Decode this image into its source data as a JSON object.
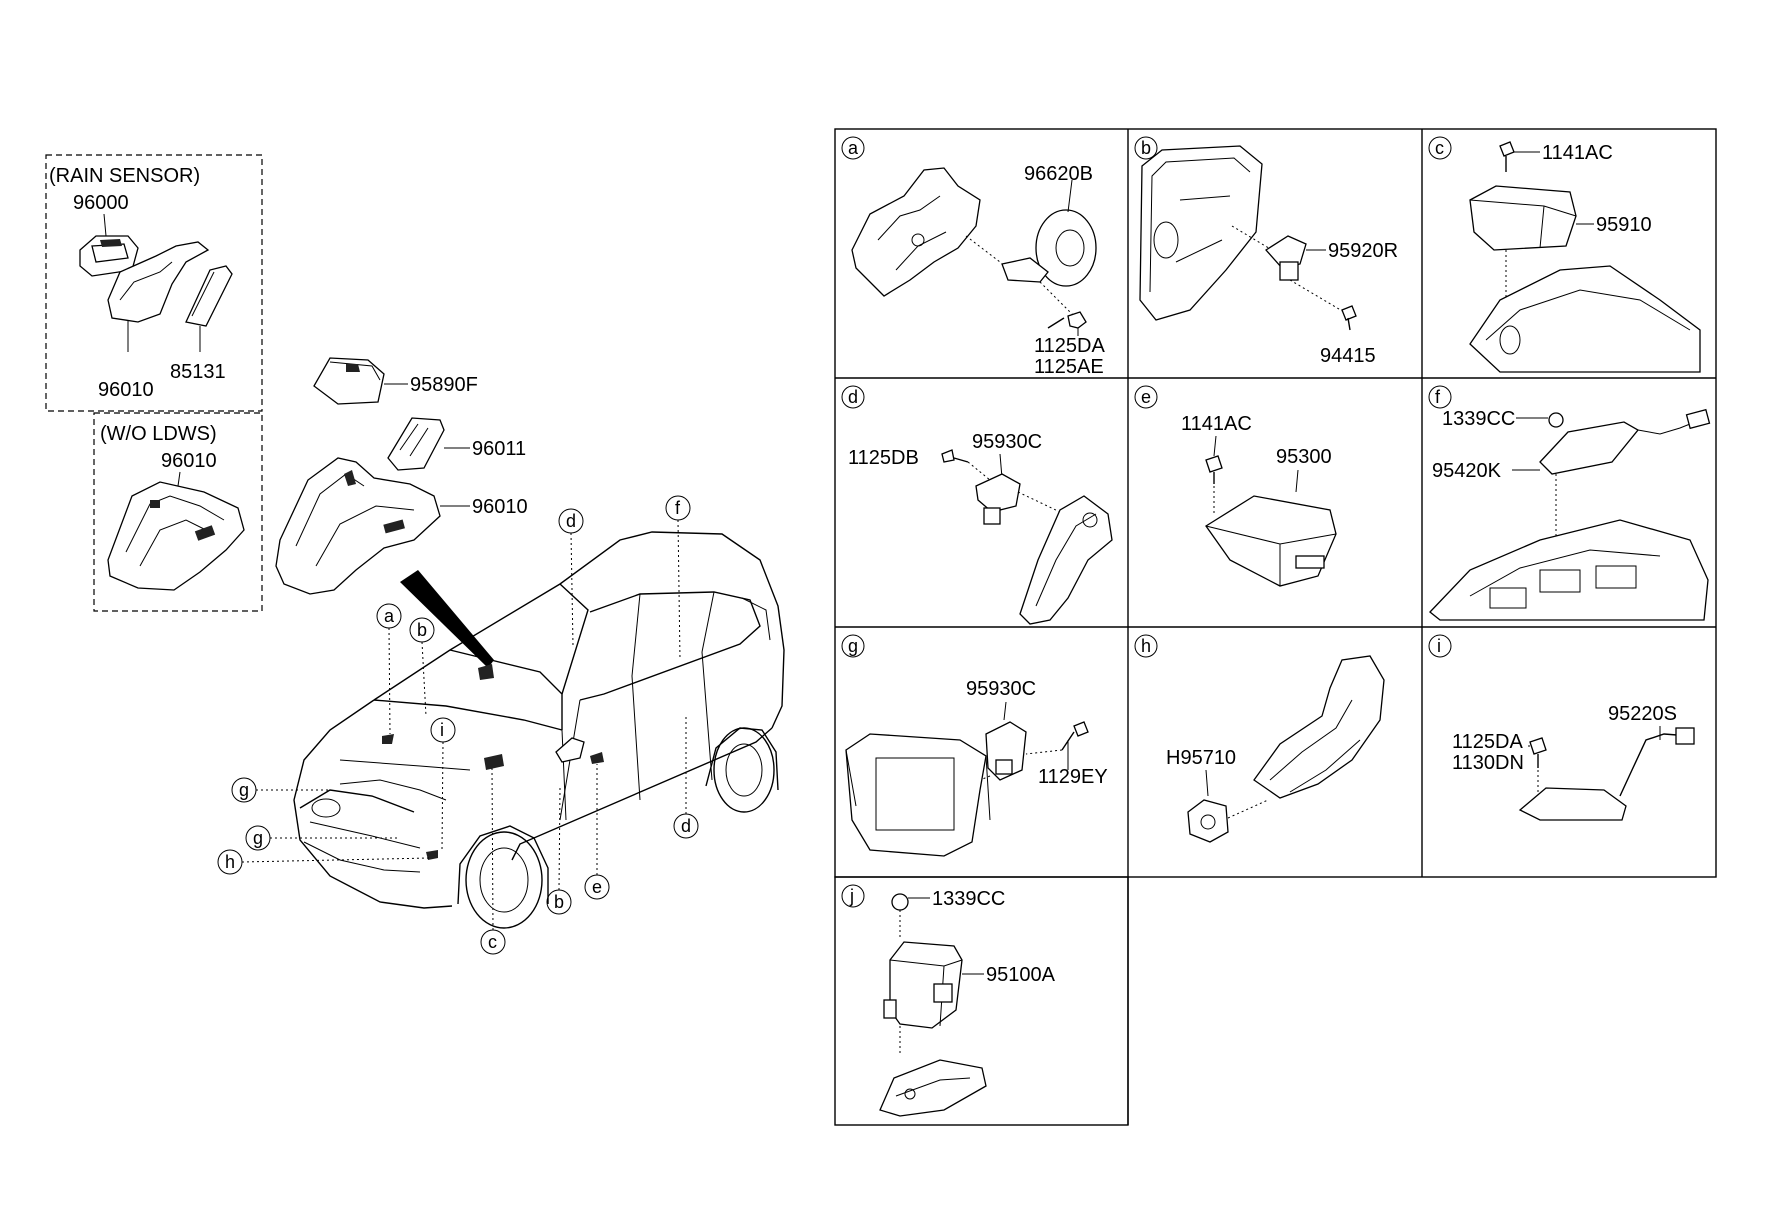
{
  "left": {
    "rain_sensor_caption": "(RAIN SENSOR)",
    "wo_ldws_caption": "(W/O LDWS)",
    "rain_sensor_labels": [
      "96000",
      "96010",
      "85131"
    ],
    "wo_ldws_label": "96010",
    "camera_labels": [
      "95890F",
      "96011",
      "96010"
    ]
  },
  "car_callouts": [
    "a",
    "b",
    "i",
    "d",
    "f",
    "g",
    "g",
    "h",
    "c",
    "b",
    "e",
    "d"
  ],
  "panels": [
    {
      "letter": "a",
      "labels": [
        "96620B",
        "1125DA",
        "1125AE"
      ]
    },
    {
      "letter": "b",
      "labels": [
        "95920R",
        "94415"
      ]
    },
    {
      "letter": "c",
      "labels": [
        "1141AC",
        "95910"
      ]
    },
    {
      "letter": "d",
      "labels": [
        "95930C",
        "1125DB"
      ]
    },
    {
      "letter": "e",
      "labels": [
        "1141AC",
        "95300"
      ]
    },
    {
      "letter": "f",
      "labels": [
        "1339CC",
        "95420K"
      ]
    },
    {
      "letter": "g",
      "labels": [
        "95930C",
        "1129EY"
      ]
    },
    {
      "letter": "h",
      "labels": [
        "H95710"
      ]
    },
    {
      "letter": "i",
      "labels": [
        "95220S",
        "1125DA",
        "1130DN"
      ]
    },
    {
      "letter": "j",
      "labels": [
        "1339CC",
        "95100A"
      ]
    }
  ]
}
